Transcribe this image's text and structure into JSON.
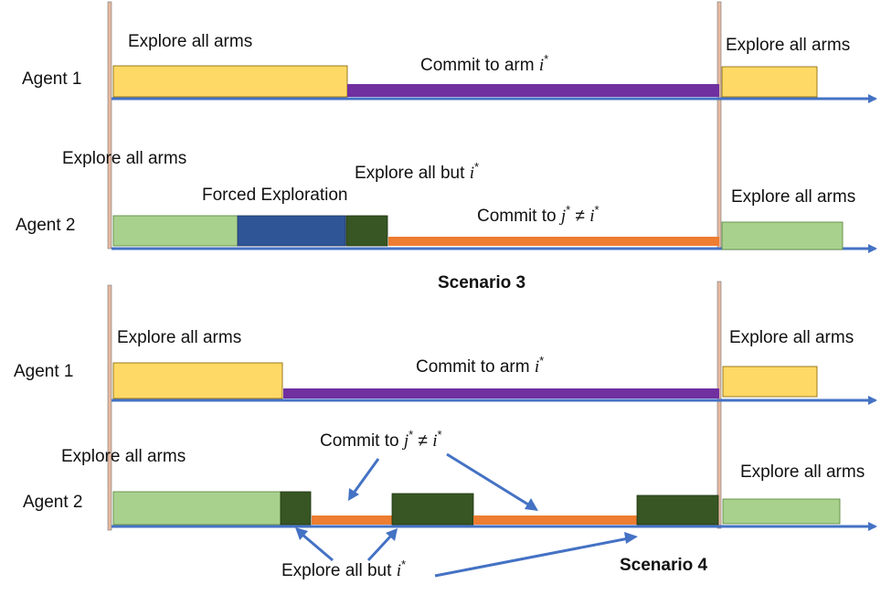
{
  "colors": {
    "yellow": "#FFD966",
    "light_green": "#A9D18E",
    "dark_green": "#375623",
    "blue": "#2F5597",
    "purple": "#7030A0",
    "orange": "#ED7D31",
    "axis_blue": "#4472C4",
    "divider": "#E6B9A0"
  },
  "scenario3": {
    "title": "Scenario 3",
    "agent1": {
      "name": "Agent 1",
      "explore_left": "Explore all arms",
      "commit_prefix": "Commit to arm ",
      "commit_var": "i",
      "commit_sup": "*",
      "explore_right": "Explore all arms"
    },
    "agent2": {
      "name": "Agent 2",
      "explore_left": "Explore all arms",
      "forced": "Forced Exploration",
      "explore_but_prefix": "Explore all but ",
      "explore_but_var": "i",
      "explore_but_sup": "*",
      "commit_prefix": "Commit to ",
      "commit_j": "j",
      "commit_neq": " ≠ ",
      "commit_i": "i",
      "star": "*",
      "explore_right": "Explore all arms"
    }
  },
  "scenario4": {
    "title": "Scenario 4",
    "agent1": {
      "name": "Agent 1",
      "explore_left": "Explore all arms",
      "commit_prefix": "Commit to arm ",
      "commit_var": "i",
      "commit_sup": "*",
      "explore_right": "Explore all arms"
    },
    "agent2": {
      "name": "Agent 2",
      "explore_left": "Explore all arms",
      "commit_prefix": "Commit to ",
      "commit_j": "j",
      "commit_neq": " ≠ ",
      "commit_i": "i",
      "star": "*",
      "explore_but_prefix": "Explore all but ",
      "explore_but_var": "i",
      "explore_but_sup": "*",
      "explore_right": "Explore all arms"
    }
  }
}
